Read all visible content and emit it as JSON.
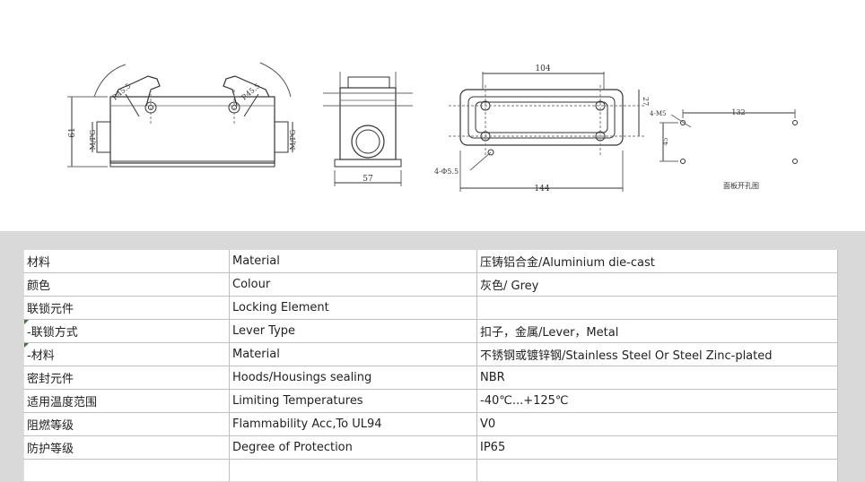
{
  "drawing": {
    "side_view": {
      "height_dim": "61",
      "left_thread": "M/PG",
      "right_thread": "M/PG",
      "left_angle": "R45.5",
      "right_angle": "R45.5"
    },
    "end_view": {
      "width_dim": "57"
    },
    "top_view": {
      "top_dim": "104",
      "bottom_dim": "144",
      "right_dim": "27",
      "hole_note": "4-Φ5.5"
    },
    "panel_cutout": {
      "screw_note": "4-M5",
      "horizontal_dim": "132",
      "vertical_dim": "45",
      "caption": "面板开孔图"
    }
  },
  "spec_table": {
    "rows": [
      {
        "cn": "材料",
        "en": "Material",
        "value": "压铸铝合金/Aluminium die-cast",
        "marker": false
      },
      {
        "cn": "颜色",
        "en": "Colour",
        "value": "灰色/ Grey",
        "marker": false
      },
      {
        "cn": "联锁元件",
        "en": "Locking Element",
        "value": "",
        "marker": false
      },
      {
        "cn": " -联锁方式",
        "en": "Lever Type",
        "value": "扣子，金属/Lever，Metal",
        "marker": true
      },
      {
        "cn": " -材料",
        "en": "Material",
        "value": "不锈钢或镀锌钢/Stainless Steel Or Steel Zinc-plated",
        "marker": true
      },
      {
        "cn": "密封元件",
        "en": "Hoods/Housings sealing",
        "value": "NBR",
        "marker": false
      },
      {
        "cn": "适用温度范围",
        "en": "Limiting Temperatures",
        "value": "-40℃...+125℃",
        "marker": false
      },
      {
        "cn": "阻燃等级",
        "en": "Flammability Acc,To UL94",
        "value": "V0",
        "marker": false
      },
      {
        "cn": "防护等级",
        "en": "Degree of Protection",
        "value": "IP65",
        "marker": false
      }
    ]
  }
}
